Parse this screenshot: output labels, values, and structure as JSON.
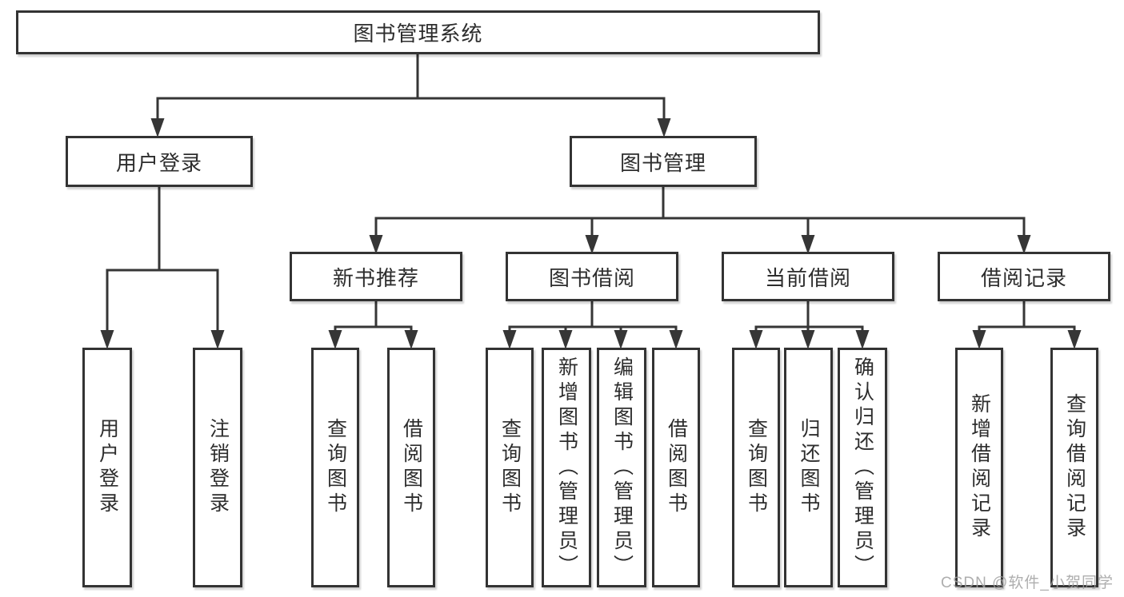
{
  "nodes": {
    "root": "图书管理系统",
    "user_login": "用户登录",
    "book_mgmt": "图书管理",
    "new_book_rec": "新书推荐",
    "book_borrow": "图书借阅",
    "current_borrow": "当前借阅",
    "borrow_record": "借阅记录",
    "leaf_user_login": "用户登录",
    "leaf_logout": "注销登录",
    "leaf_nbr_query": "查询图书",
    "leaf_nbr_borrow": "借阅图书",
    "leaf_bb_query": "查询图书",
    "leaf_bb_add": "新增图书（管理员）",
    "leaf_bb_edit": "编辑图书（管理员）",
    "leaf_bb_borrow": "借阅图书",
    "leaf_cb_query": "查询图书",
    "leaf_cb_return": "归还图书",
    "leaf_cb_confirm": "确认归还（管理员）",
    "leaf_br_add": "新增借阅记录",
    "leaf_br_query": "查询借阅记录"
  },
  "tree": {
    "图书管理系统": {
      "用户登录": [
        "用户登录",
        "注销登录"
      ],
      "图书管理": {
        "新书推荐": [
          "查询图书",
          "借阅图书"
        ],
        "图书借阅": [
          "查询图书",
          "新增图书（管理员）",
          "编辑图书（管理员）",
          "借阅图书"
        ],
        "当前借阅": [
          "查询图书",
          "归还图书",
          "确认归还（管理员）"
        ],
        "借阅记录": [
          "新增借阅记录",
          "查询借阅记录"
        ]
      }
    }
  },
  "watermark": "CSDN @软件_小贺同学",
  "colors": {
    "line": "#363636",
    "border": "#333333",
    "text": "#2d2d2d",
    "background": "#ffffff",
    "watermark": "#a8a8a8"
  }
}
